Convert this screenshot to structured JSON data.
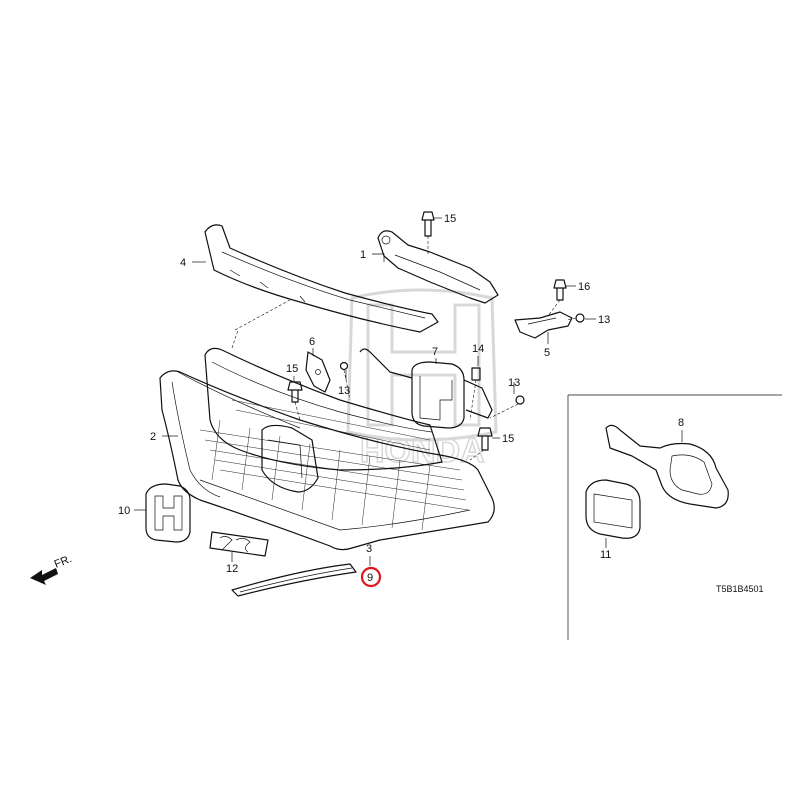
{
  "diagram": {
    "code": "T5B1B4501",
    "front_marker": "FR.",
    "watermark": "HONDA",
    "highlighted_callout": "9",
    "callouts": [
      "1",
      "2",
      "3",
      "4",
      "5",
      "6",
      "7",
      "8",
      "9",
      "10",
      "11",
      "12",
      "13",
      "13",
      "13",
      "14",
      "15",
      "15",
      "15",
      "16"
    ]
  }
}
